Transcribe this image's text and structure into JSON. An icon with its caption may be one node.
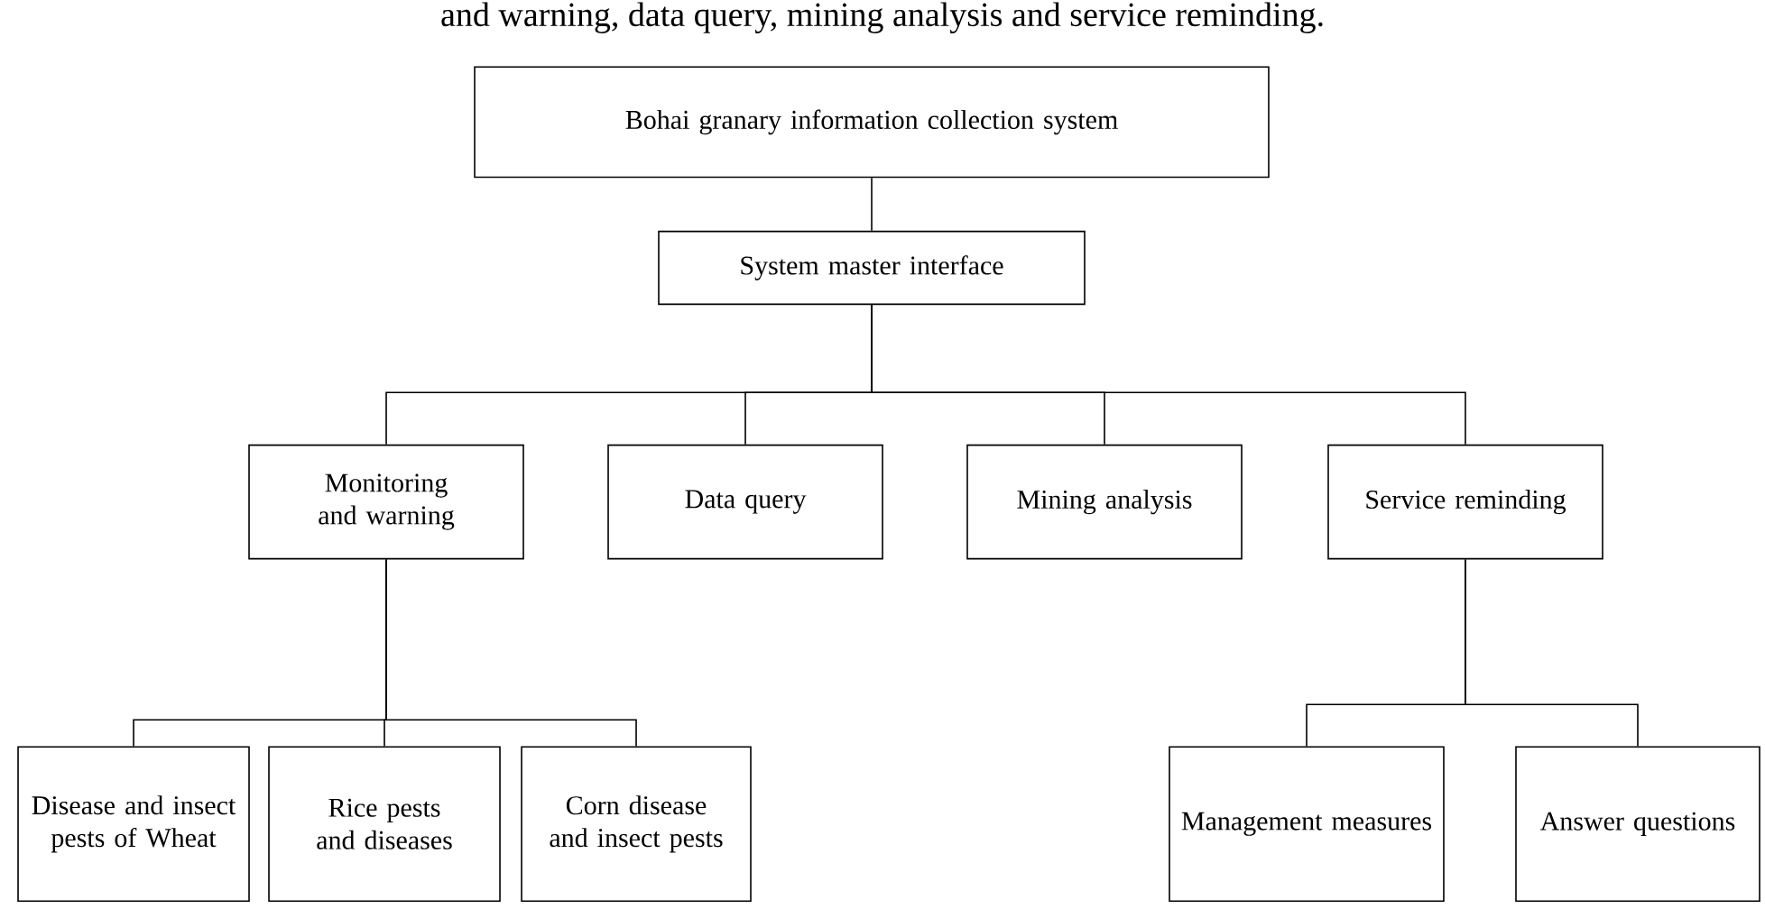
{
  "diagram": {
    "nodes": [
      {
        "text": [
          "Bohai granary information collection system"
        ]
      },
      {
        "text": [
          "System master interface"
        ]
      },
      {
        "text": [
          "Monitoring and warning"
        ]
      },
      {
        "text": [
          "Data query"
        ]
      },
      {
        "text": [
          "Mining analysis"
        ]
      },
      {
        "text": [
          "Service reminding"
        ]
      },
      {
        "text": [
          "Disease and insect pests of Wheat"
        ]
      },
      {
        "text": [
          "Rice pests and diseases"
        ]
      },
      {
        "text": [
          "Corn disease and insect pests"
        ]
      },
      {
        "text": [
          "Management measures"
        ]
      },
      {
        "text": [
          "Answer questions"
        ]
      }
    ],
    "edges": [
      {
        "from": 0,
        "to": 1,
        "arrow": "none"
      },
      {
        "from": 1,
        "to": 2,
        "arrow": "none"
      },
      {
        "from": 1,
        "to": 3,
        "arrow": "none"
      },
      {
        "from": 1,
        "to": 4,
        "arrow": "none"
      },
      {
        "from": 1,
        "to": 5,
        "arrow": "none"
      },
      {
        "from": 2,
        "to": 6,
        "arrow": "none"
      },
      {
        "from": 2,
        "to": 7,
        "arrow": "none"
      },
      {
        "from": 2,
        "to": 8,
        "arrow": "none"
      },
      {
        "from": 5,
        "to": 9,
        "arrow": "none"
      },
      {
        "from": 5,
        "to": 10,
        "arrow": "none"
      }
    ],
    "labels": [
      "and warning, data query, mining analysis and service reminding."
    ]
  }
}
